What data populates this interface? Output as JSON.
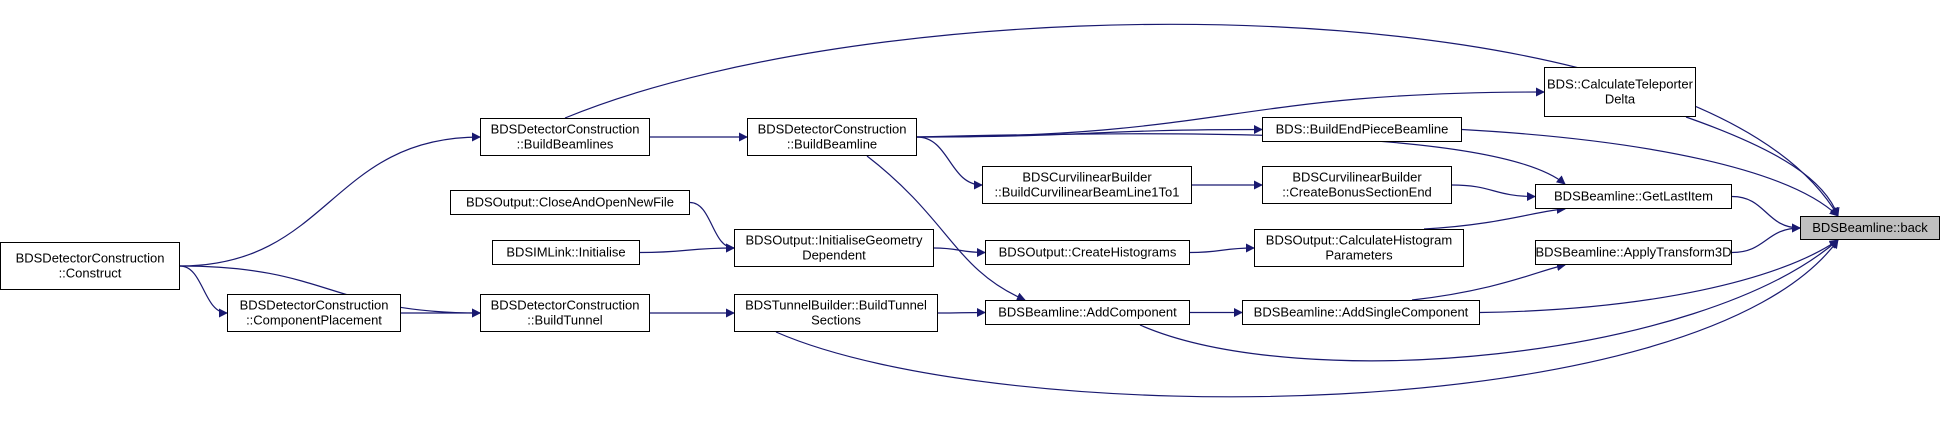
{
  "graph": {
    "nodes": [
      {
        "id": "back",
        "lines": [
          "BDSBeamline::back"
        ],
        "root": true
      },
      {
        "id": "construct",
        "lines": [
          "BDSDetectorConstruction",
          "::Construct"
        ]
      },
      {
        "id": "buildBeamlines",
        "lines": [
          "BDSDetectorConstruction",
          "::BuildBeamlines"
        ]
      },
      {
        "id": "buildBeamline",
        "lines": [
          "BDSDetectorConstruction",
          "::BuildBeamline"
        ]
      },
      {
        "id": "componentPlacement",
        "lines": [
          "BDSDetectorConstruction",
          "::ComponentPlacement"
        ]
      },
      {
        "id": "buildTunnel",
        "lines": [
          "BDSDetectorConstruction",
          "::BuildTunnel"
        ]
      },
      {
        "id": "closeAndOpen",
        "lines": [
          "BDSOutput::CloseAndOpenNewFile"
        ]
      },
      {
        "id": "simlinkInit",
        "lines": [
          "BDSIMLink::Initialise"
        ]
      },
      {
        "id": "initGeom",
        "lines": [
          "BDSOutput::InitialiseGeometry",
          "Dependent"
        ]
      },
      {
        "id": "tunnelSections",
        "lines": [
          "BDSTunnelBuilder::BuildTunnel",
          "Sections"
        ]
      },
      {
        "id": "curvBuild",
        "lines": [
          "BDSCurvilinearBuilder",
          "::BuildCurvilinearBeamLine1To1"
        ]
      },
      {
        "id": "createHisto",
        "lines": [
          "BDSOutput::CreateHistograms"
        ]
      },
      {
        "id": "addComponent",
        "lines": [
          "BDSBeamline::AddComponent"
        ]
      },
      {
        "id": "calcTeleporter",
        "lines": [
          "BDS::CalculateTeleporter",
          "Delta"
        ]
      },
      {
        "id": "buildEndPiece",
        "lines": [
          "BDS::BuildEndPieceBeamline"
        ]
      },
      {
        "id": "bonusSection",
        "lines": [
          "BDSCurvilinearBuilder",
          "::CreateBonusSectionEnd"
        ]
      },
      {
        "id": "calcHistoParams",
        "lines": [
          "BDSOutput::CalculateHistogram",
          "Parameters"
        ]
      },
      {
        "id": "addSingle",
        "lines": [
          "BDSBeamline::AddSingleComponent"
        ]
      },
      {
        "id": "getLastItem",
        "lines": [
          "BDSBeamline::GetLastItem"
        ]
      },
      {
        "id": "applyTransform",
        "lines": [
          "BDSBeamline::ApplyTransform3D"
        ]
      }
    ],
    "edges": [
      {
        "from": "construct",
        "to": "buildBeamlines"
      },
      {
        "from": "construct",
        "to": "componentPlacement"
      },
      {
        "from": "construct",
        "to": "buildTunnel"
      },
      {
        "from": "componentPlacement",
        "to": "buildTunnel"
      },
      {
        "from": "buildBeamlines",
        "to": "buildBeamline"
      },
      {
        "from": "buildBeamlines",
        "to": "back"
      },
      {
        "from": "buildBeamline",
        "to": "calcTeleporter"
      },
      {
        "from": "buildBeamline",
        "to": "buildEndPiece"
      },
      {
        "from": "buildBeamline",
        "to": "curvBuild"
      },
      {
        "from": "buildBeamline",
        "to": "addComponent"
      },
      {
        "from": "buildBeamline",
        "to": "getLastItem"
      },
      {
        "from": "closeAndOpen",
        "to": "initGeom"
      },
      {
        "from": "simlinkInit",
        "to": "initGeom"
      },
      {
        "from": "initGeom",
        "to": "createHisto"
      },
      {
        "from": "buildTunnel",
        "to": "tunnelSections"
      },
      {
        "from": "tunnelSections",
        "to": "addComponent"
      },
      {
        "from": "tunnelSections",
        "to": "back"
      },
      {
        "from": "curvBuild",
        "to": "bonusSection"
      },
      {
        "from": "createHisto",
        "to": "calcHistoParams"
      },
      {
        "from": "addComponent",
        "to": "addSingle"
      },
      {
        "from": "addComponent",
        "to": "back"
      },
      {
        "from": "calcTeleporter",
        "to": "back"
      },
      {
        "from": "buildEndPiece",
        "to": "back"
      },
      {
        "from": "bonusSection",
        "to": "getLastItem"
      },
      {
        "from": "calcHistoParams",
        "to": "getLastItem"
      },
      {
        "from": "addSingle",
        "to": "applyTransform"
      },
      {
        "from": "addSingle",
        "to": "back"
      },
      {
        "from": "getLastItem",
        "to": "back"
      },
      {
        "from": "applyTransform",
        "to": "back"
      }
    ]
  }
}
